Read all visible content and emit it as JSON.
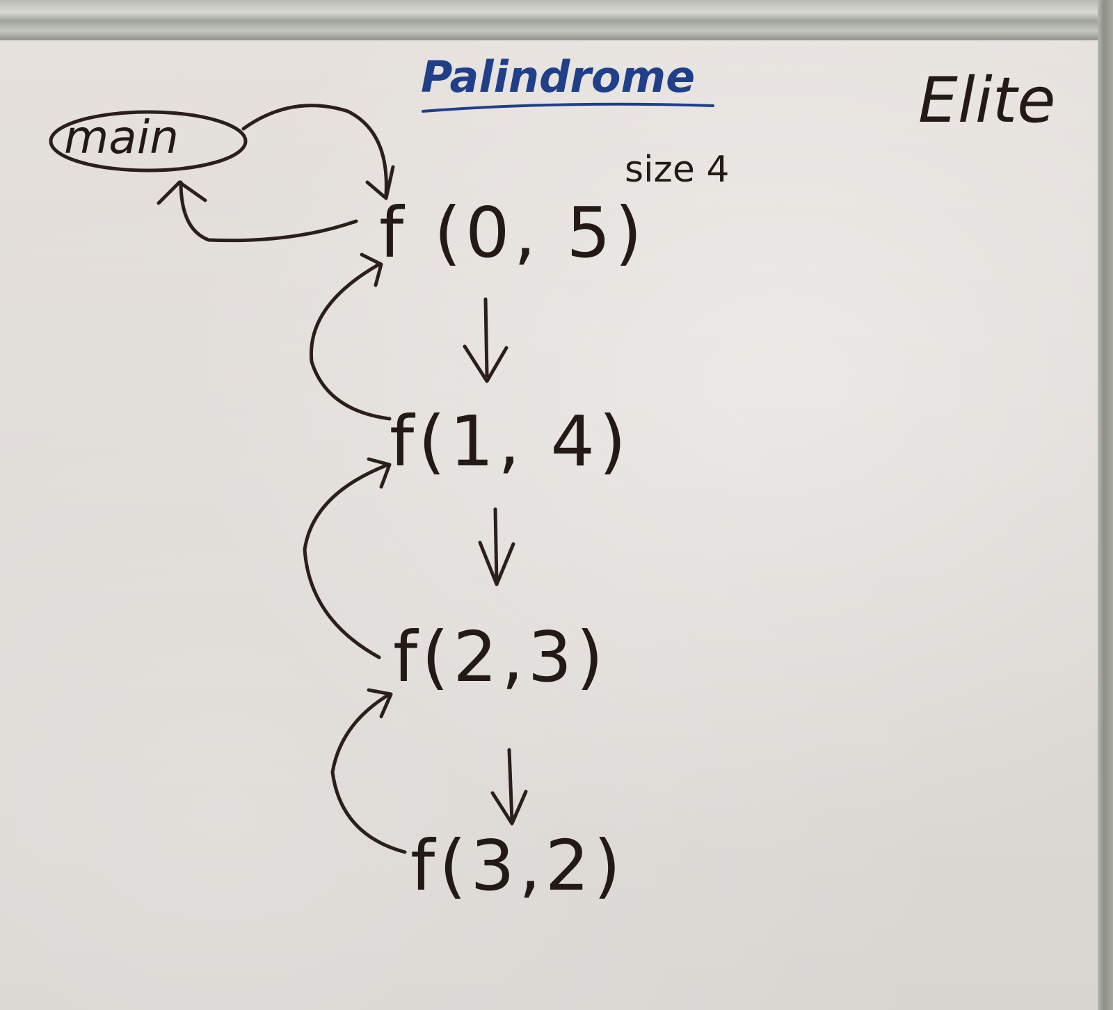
{
  "board": {
    "title": "Palindrome",
    "corner_label": "Elite",
    "size_label": "size 4",
    "main_label": "main",
    "ink_color": "#231a17",
    "title_color": "#1f3f8a"
  },
  "calls": [
    {
      "label": "f (0, 5)"
    },
    {
      "label": "f(1, 4)"
    },
    {
      "label": "f(2,3)"
    },
    {
      "label": "f(3,2)"
    }
  ],
  "arrows": {
    "down_icon": "arrow-down-icon",
    "return_icon": "curved-return-arrow-icon"
  }
}
